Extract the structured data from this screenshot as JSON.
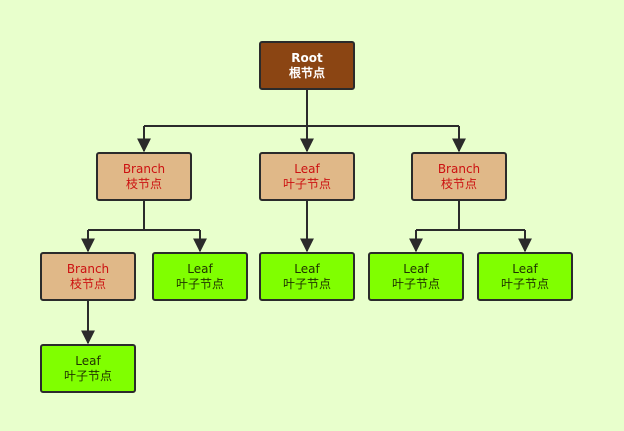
{
  "nodes": {
    "root": {
      "title": "Root",
      "subtitle": "根节点"
    },
    "b1": {
      "title": "Branch",
      "subtitle": "枝节点"
    },
    "l_mid": {
      "title": "Leaf",
      "subtitle": "叶子节点"
    },
    "b2": {
      "title": "Branch",
      "subtitle": "枝节点"
    },
    "b3": {
      "title": "Branch",
      "subtitle": "枝节点"
    },
    "l1": {
      "title": "Leaf",
      "subtitle": "叶子节点"
    },
    "l2": {
      "title": "Leaf",
      "subtitle": "叶子节点"
    },
    "l3": {
      "title": "Leaf",
      "subtitle": "叶子节点"
    },
    "l4": {
      "title": "Leaf",
      "subtitle": "叶子节点"
    },
    "l5": {
      "title": "Leaf",
      "subtitle": "叶子节点"
    }
  },
  "edges": [
    [
      "root",
      "b1"
    ],
    [
      "root",
      "l_mid"
    ],
    [
      "root",
      "b2"
    ],
    [
      "b1",
      "b3"
    ],
    [
      "b1",
      "l1"
    ],
    [
      "l_mid",
      "l2"
    ],
    [
      "b2",
      "l3"
    ],
    [
      "b2",
      "l4"
    ],
    [
      "b3",
      "l5"
    ]
  ],
  "colors": {
    "background": "#e8ffcc",
    "root_fill": "#8b4513",
    "branch_fill": "#e0b888",
    "leaf_fill": "#80ff00",
    "branch_text": "#cc1111",
    "line": "#2b2b2b"
  }
}
